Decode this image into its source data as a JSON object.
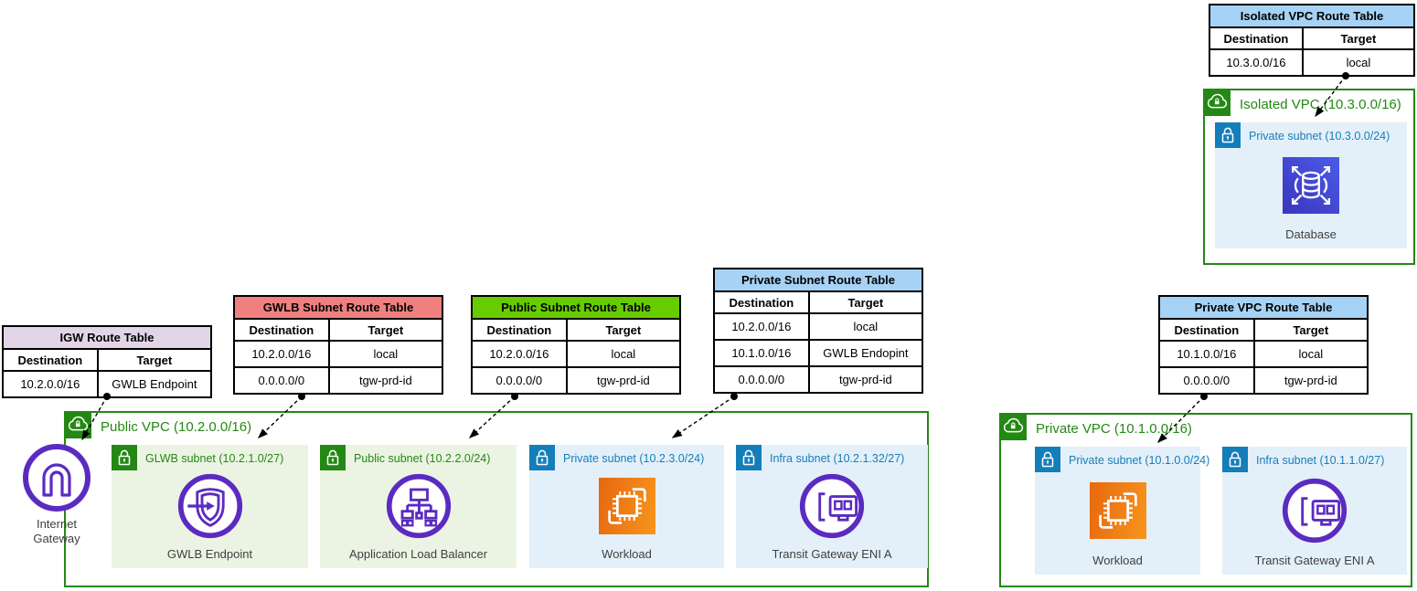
{
  "colors": {
    "table_header_blue": "#a6d2f5",
    "table_header_lavender": "#e1d5e7",
    "table_header_salmon": "#f08080",
    "table_header_green": "#66cc00",
    "vpc_green": "#248814",
    "subnet_green_fill": "#ebf4e3",
    "subnet_blue_fill": "#e4f0f9",
    "subnet_blue": "#147eba",
    "icon_purple": "#5b2bc1",
    "workload_orange_1": "#e8680f",
    "workload_orange_2": "#f6951d",
    "database_blue_1": "#4c5be8",
    "database_blue_2": "#3a36bd",
    "caption_gray": "#3f3f3f",
    "line_black": "#000000"
  },
  "tables": {
    "igw": {
      "title": "IGW Route Table",
      "col_destination": "Destination",
      "col_target": "Target",
      "rows": [
        {
          "destination": "10.2.0.0/16",
          "target": "GWLB Endpoint"
        }
      ]
    },
    "gwlb_subnet": {
      "title": "GWLB Subnet Route Table",
      "col_destination": "Destination",
      "col_target": "Target",
      "rows": [
        {
          "destination": "10.2.0.0/16",
          "target": "local"
        },
        {
          "destination": "0.0.0.0/0",
          "target": "tgw-prd-id"
        }
      ]
    },
    "public_subnet": {
      "title": "Public Subnet Route Table",
      "col_destination": "Destination",
      "col_target": "Target",
      "rows": [
        {
          "destination": "10.2.0.0/16",
          "target": "local"
        },
        {
          "destination": "0.0.0.0/0",
          "target": "tgw-prd-id"
        }
      ]
    },
    "private_subnet": {
      "title": "Private Subnet Route Table",
      "col_destination": "Destination",
      "col_target": "Target",
      "rows": [
        {
          "destination": "10.2.0.0/16",
          "target": "local"
        },
        {
          "destination": "10.1.0.0/16",
          "target": "GWLB Endopint"
        },
        {
          "destination": "0.0.0.0/0",
          "target": "tgw-prd-id"
        }
      ]
    },
    "private_vpc": {
      "title": "Private VPC Route Table",
      "col_destination": "Destination",
      "col_target": "Target",
      "rows": [
        {
          "destination": "10.1.0.0/16",
          "target": "local"
        },
        {
          "destination": "0.0.0.0/0",
          "target": "tgw-prd-id"
        }
      ]
    },
    "isolated_vpc": {
      "title": "Isolated VPC Route Table",
      "col_destination": "Destination",
      "col_target": "Target",
      "rows": [
        {
          "destination": "10.3.0.0/16",
          "target": "local"
        }
      ]
    }
  },
  "vpcs": {
    "public": {
      "label": "Public VPC (10.2.0.0/16)",
      "gateway_caption": "Internet Gateway",
      "subnets": [
        {
          "label": "GLWB subnet (10.2.1.0/27)",
          "caption": "GWLB Endpoint"
        },
        {
          "label": "Public subnet (10.2.2.0/24)",
          "caption": "Application Load Balancer"
        },
        {
          "label": "Private subnet (10.2.3.0/24)",
          "caption": "Workload"
        },
        {
          "label": "Infra subnet (10.2.1.32/27)",
          "caption": "Transit Gateway ENI A"
        }
      ]
    },
    "private": {
      "label": "Private VPC (10.1.0.0/16)",
      "subnets": [
        {
          "label": "Private subnet (10.1.0.0/24)",
          "caption": "Workload"
        },
        {
          "label": "Infra subnet (10.1.1.0/27)",
          "caption": "Transit Gateway ENI A"
        }
      ]
    },
    "isolated": {
      "label": "Isolated VPC (10.3.0.0/16)",
      "subnets": [
        {
          "label": "Private subnet (10.3.0.0/24)",
          "caption": "Database"
        }
      ]
    }
  }
}
